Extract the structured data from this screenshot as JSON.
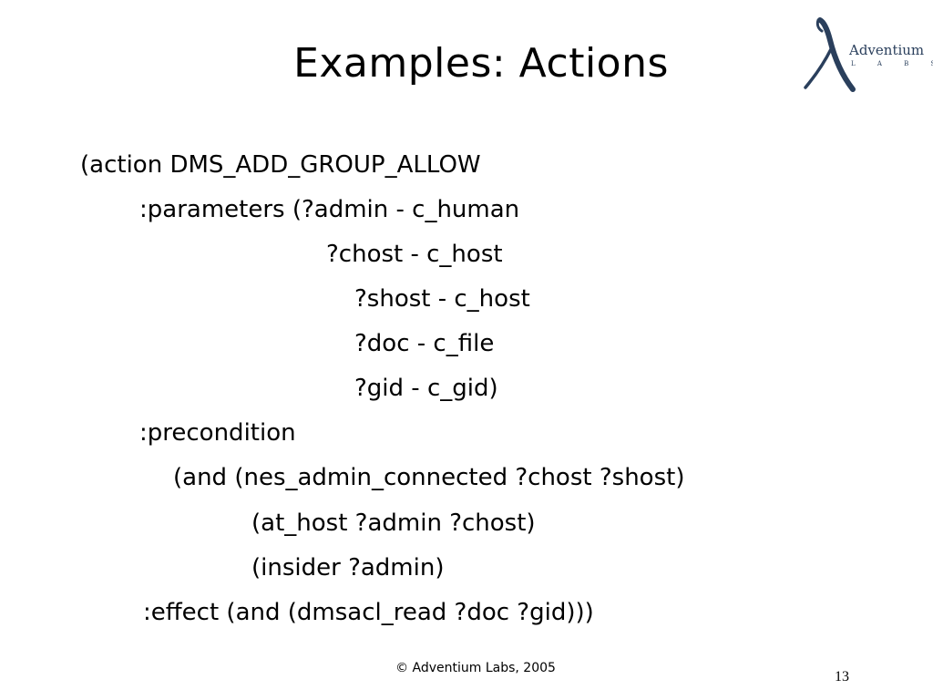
{
  "slide": {
    "title": "Examples:  Actions",
    "logo": {
      "icon": "adventium-lambda-icon",
      "name": "Adventium",
      "sub": "L A B S",
      "color": "#2a3f5c"
    },
    "code_lines": [
      "(action DMS_ADD_GROUP_ALLOW",
      ":parameters (?admin - c_human",
      "?chost - c_host",
      "?shost - c_host",
      "?doc - c_file",
      "?gid - c_gid)",
      ":precondition",
      "(and (nes_admin_connected ?chost ?shost)",
      "(at_host ?admin ?chost)",
      "(insider ?admin)",
      ":effect (and (dmsacl_read ?doc ?gid)))"
    ],
    "footer": "© Adventium Labs, 2005",
    "page_number": "13"
  }
}
